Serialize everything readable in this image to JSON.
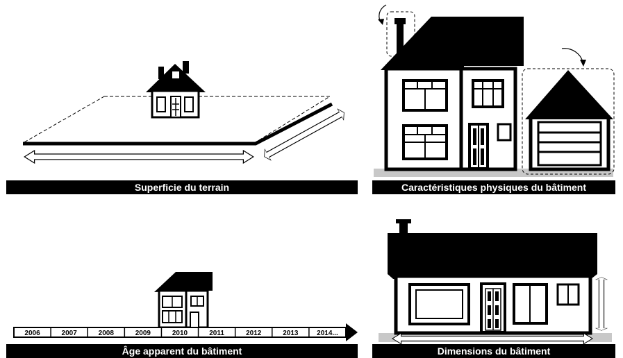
{
  "captions": {
    "land_area": "Superficie du terrain",
    "physical": "Caractéristiques physiques du bâtiment",
    "age": "Âge apparent du bâtiment",
    "dimensions": "Dimensions du bâtiment"
  },
  "timeline": {
    "years": [
      "2006",
      "2007",
      "2008",
      "2009",
      "2010",
      "2011",
      "2012",
      "2013",
      "2014..."
    ]
  },
  "icons": {
    "house": "house-icon",
    "arrow": "double-arrow-icon",
    "curved_arrow": "curved-arrow-icon"
  },
  "colors": {
    "ink": "#000000",
    "ground": "#c8c8c8",
    "caption_bg": "#000000",
    "caption_text": "#ffffff"
  }
}
